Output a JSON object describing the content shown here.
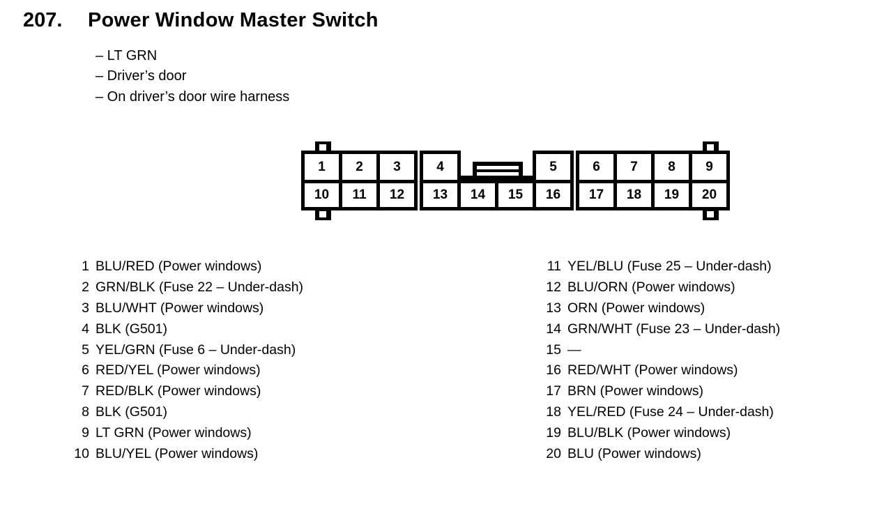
{
  "colors": {
    "ink": "#000000",
    "paper": "#ffffff"
  },
  "header": {
    "number": "207.",
    "title": "Power Window Master Switch",
    "details": [
      "– LT GRN",
      "– Driver’s door",
      "– On driver’s door wire harness"
    ]
  },
  "connector": {
    "pins": [
      "1",
      "2",
      "3",
      "4",
      "5",
      "6",
      "7",
      "8",
      "9",
      "10",
      "11",
      "12",
      "13",
      "14",
      "15",
      "16",
      "17",
      "18",
      "19",
      "20"
    ]
  },
  "legend": {
    "left": [
      {
        "pin": "1",
        "desc": "BLU/RED (Power windows)"
      },
      {
        "pin": "2",
        "desc": "GRN/BLK (Fuse 22 – Under-dash)"
      },
      {
        "pin": "3",
        "desc": "BLU/WHT (Power windows)"
      },
      {
        "pin": "4",
        "desc": "BLK (G501)"
      },
      {
        "pin": "5",
        "desc": "YEL/GRN (Fuse 6 – Under-dash)"
      },
      {
        "pin": "6",
        "desc": "RED/YEL (Power windows)"
      },
      {
        "pin": "7",
        "desc": "RED/BLK (Power windows)"
      },
      {
        "pin": "8",
        "desc": "BLK (G501)"
      },
      {
        "pin": "9",
        "desc": "LT GRN (Power windows)"
      },
      {
        "pin": "10",
        "desc": "BLU/YEL (Power windows)"
      }
    ],
    "right": [
      {
        "pin": "11",
        "desc": "YEL/BLU (Fuse 25 – Under-dash)"
      },
      {
        "pin": "12",
        "desc": "BLU/ORN (Power windows)"
      },
      {
        "pin": "13",
        "desc": "ORN (Power windows)"
      },
      {
        "pin": "14",
        "desc": "GRN/WHT (Fuse 23 – Under-dash)"
      },
      {
        "pin": "15",
        "desc": "—"
      },
      {
        "pin": "16",
        "desc": "RED/WHT (Power windows)"
      },
      {
        "pin": "17",
        "desc": "BRN (Power windows)"
      },
      {
        "pin": "18",
        "desc": "YEL/RED (Fuse 24 – Under-dash)"
      },
      {
        "pin": "19",
        "desc": "BLU/BLK (Power windows)"
      },
      {
        "pin": "20",
        "desc": "BLU (Power windows)"
      }
    ]
  }
}
